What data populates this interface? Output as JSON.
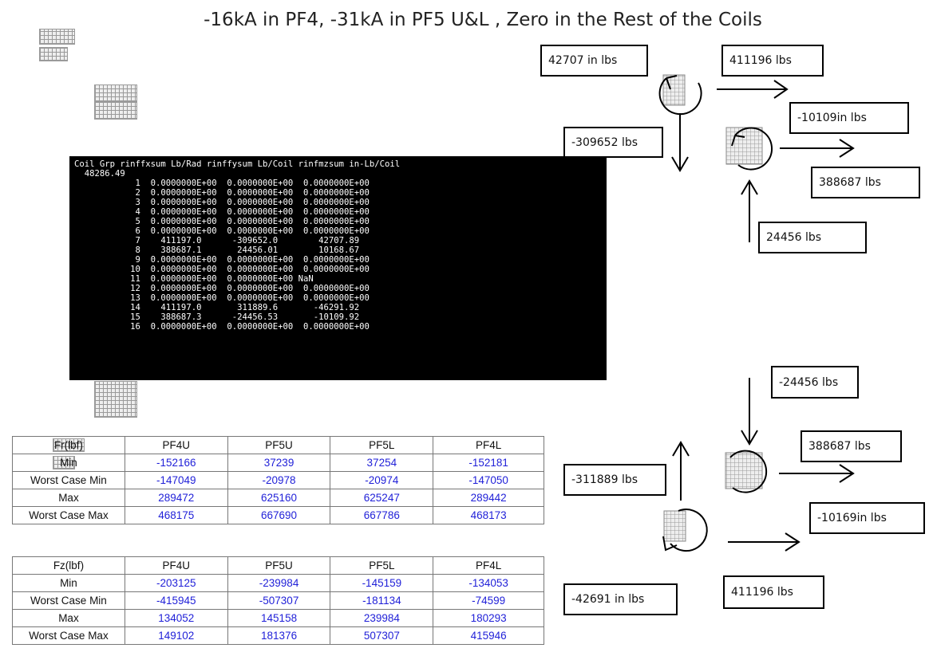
{
  "title": "-16kA in PF4, -31kA in PF5 U&L , Zero in the Rest of the Coils",
  "upper_labels": {
    "moment_pf4u": "42707 in lbs",
    "fr_pf4u": "411196 lbs",
    "fz_pf4u": "-309652 lbs",
    "moment_pf5u": "-10109in lbs",
    "fr_pf5u": "388687 lbs",
    "fz_pf5u": "24456 lbs"
  },
  "lower_labels": {
    "fz_pf5l": "-24456 lbs",
    "fr_pf5l": "388687 lbs",
    "fz_pf4l": "-311889 lbs",
    "moment_pf5l": "-10169in lbs",
    "fr_pf4l": "411196 lbs",
    "moment_pf4l": "-42691 in lbs"
  },
  "terminal": {
    "header": "Coil Grp rinffxsum Lb/Rad rinffysum Lb/Coil rinfmzsum in-Lb/Coil",
    "subheader": "  48286.49",
    "rows": [
      "            1  0.0000000E+00  0.0000000E+00  0.0000000E+00",
      "            2  0.0000000E+00  0.0000000E+00  0.0000000E+00",
      "            3  0.0000000E+00  0.0000000E+00  0.0000000E+00",
      "            4  0.0000000E+00  0.0000000E+00  0.0000000E+00",
      "            5  0.0000000E+00  0.0000000E+00  0.0000000E+00",
      "            6  0.0000000E+00  0.0000000E+00  0.0000000E+00",
      "            7    411197.0      -309652.0        42707.89",
      "            8    388687.1       24456.01        10168.67",
      "            9  0.0000000E+00  0.0000000E+00  0.0000000E+00",
      "           10  0.0000000E+00  0.0000000E+00  0.0000000E+00",
      "           11  0.0000000E+00  0.0000000E+00 NaN",
      "           12  0.0000000E+00  0.0000000E+00  0.0000000E+00",
      "           13  0.0000000E+00  0.0000000E+00  0.0000000E+00",
      "           14    411197.0       311889.6       -46291.92",
      "           15    388687.3      -24456.53       -10109.92",
      "           16  0.0000000E+00  0.0000000E+00  0.0000000E+00"
    ]
  },
  "fr_table": {
    "corner": "Fr(lbf)",
    "columns": [
      "PF4U",
      "PF5U",
      "PF5L",
      "PF4L"
    ],
    "rows": [
      {
        "label": "Min",
        "values": [
          "-152166",
          "37239",
          "37254",
          "-152181"
        ]
      },
      {
        "label": "Worst Case Min",
        "values": [
          "-147049",
          "-20978",
          "-20974",
          "-147050"
        ]
      },
      {
        "label": "Max",
        "values": [
          "289472",
          "625160",
          "625247",
          "289442"
        ]
      },
      {
        "label": "Worst  Case Max",
        "values": [
          "468175",
          "667690",
          "667786",
          "468173"
        ]
      }
    ]
  },
  "fz_table": {
    "corner": "Fz(lbf)",
    "columns": [
      "PF4U",
      "PF5U",
      "PF5L",
      "PF4L"
    ],
    "rows": [
      {
        "label": "Min",
        "values": [
          "-203125",
          "-239984",
          "-145159",
          "-134053"
        ]
      },
      {
        "label": "Worst  Case Min",
        "values": [
          "-415945",
          "-507307",
          "-181134",
          "-74599"
        ]
      },
      {
        "label": "Max",
        "values": [
          "134052",
          "145158",
          "239984",
          "180293"
        ]
      },
      {
        "label": "Worst Case Max",
        "values": [
          "149102",
          "181376",
          "507307",
          "415946"
        ]
      }
    ]
  },
  "colors": {
    "value_text": "#1f1fd8",
    "terminal_bg": "#000000",
    "terminal_text": "#ffffff"
  }
}
